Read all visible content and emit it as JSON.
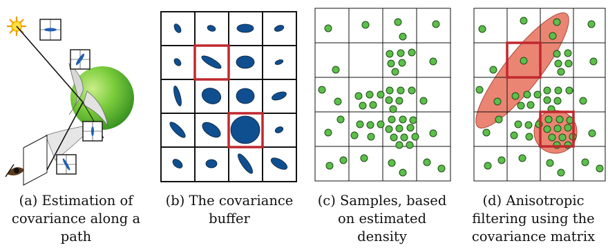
{
  "captions": {
    "a": [
      "(a) Estimation of",
      "covariance along a",
      "path"
    ],
    "b": [
      "(b) The covariance",
      "buffer"
    ],
    "c": [
      "(c) Samples, based",
      "on estimated",
      "density"
    ],
    "d": [
      "(d) Anisotropic",
      "filtering using the",
      "covariance matrix"
    ]
  },
  "colors": {
    "ellipse_blue": "#0f4f8f",
    "highlight_red": "#c0282e",
    "sample_green": "#5cbf4a",
    "filter_orange": "#e8705a",
    "sphere_green": "#5cb531",
    "sun_yellow": "#f6c200"
  }
}
